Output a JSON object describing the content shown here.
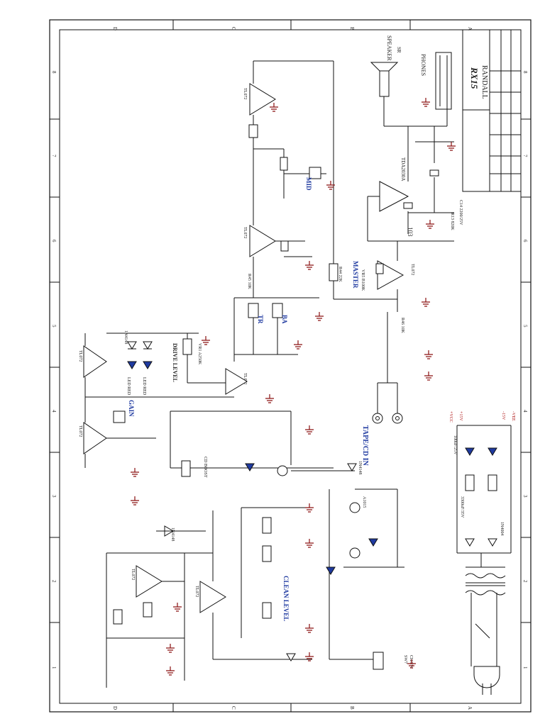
{
  "title_block": {
    "model": "RX15",
    "brand": "RANDALL"
  },
  "border_letters": [
    "D",
    "C",
    "B",
    "A"
  ],
  "border_numbers": [
    "1",
    "2",
    "3",
    "4",
    "5",
    "6",
    "7",
    "8"
  ],
  "section_labels": {
    "speaker": "SPEAKER",
    "speaker_ref": "SR",
    "phones": "PHONES",
    "master": "MASTER",
    "mid": "MID",
    "treble": "TR",
    "bass": "BA",
    "drive_level": "DRIVE LEVEL",
    "gain": "GAIN",
    "clean_level": "CLEAN LEVEL",
    "tape_cd_in": "TAPE/CD IN",
    "cd_boost": "CD BOOST",
    "power_amp": "TDA2030A",
    "switch": "SW7",
    "switch_desc": "CH/SW"
  },
  "opamps": [
    "TL072",
    "TL072",
    "TL072",
    "TL072",
    "TL072",
    "TL072",
    "TL072",
    "TL072"
  ],
  "components": {
    "r_master": "R44 22K",
    "r_bal1": "R45 10K",
    "r_bal2": "R46 10K",
    "c_103": "103",
    "c_out": "C14 2200/25V",
    "r_out": "R13 820K",
    "vol_master": "VR5 B100K",
    "r_drive": "VR1 A250K",
    "led_red": "LED RED",
    "diode_1n4148": "1N4148",
    "diode_1n4004": "1N4004",
    "transistor": "A1015",
    "cap_100uf": "100uF/25V",
    "cap_3300uf": "3300uF/35V",
    "vcc": "+VCC",
    "vee": "-VEE",
    "p15v": "+15V",
    "m15v": "-15V"
  }
}
